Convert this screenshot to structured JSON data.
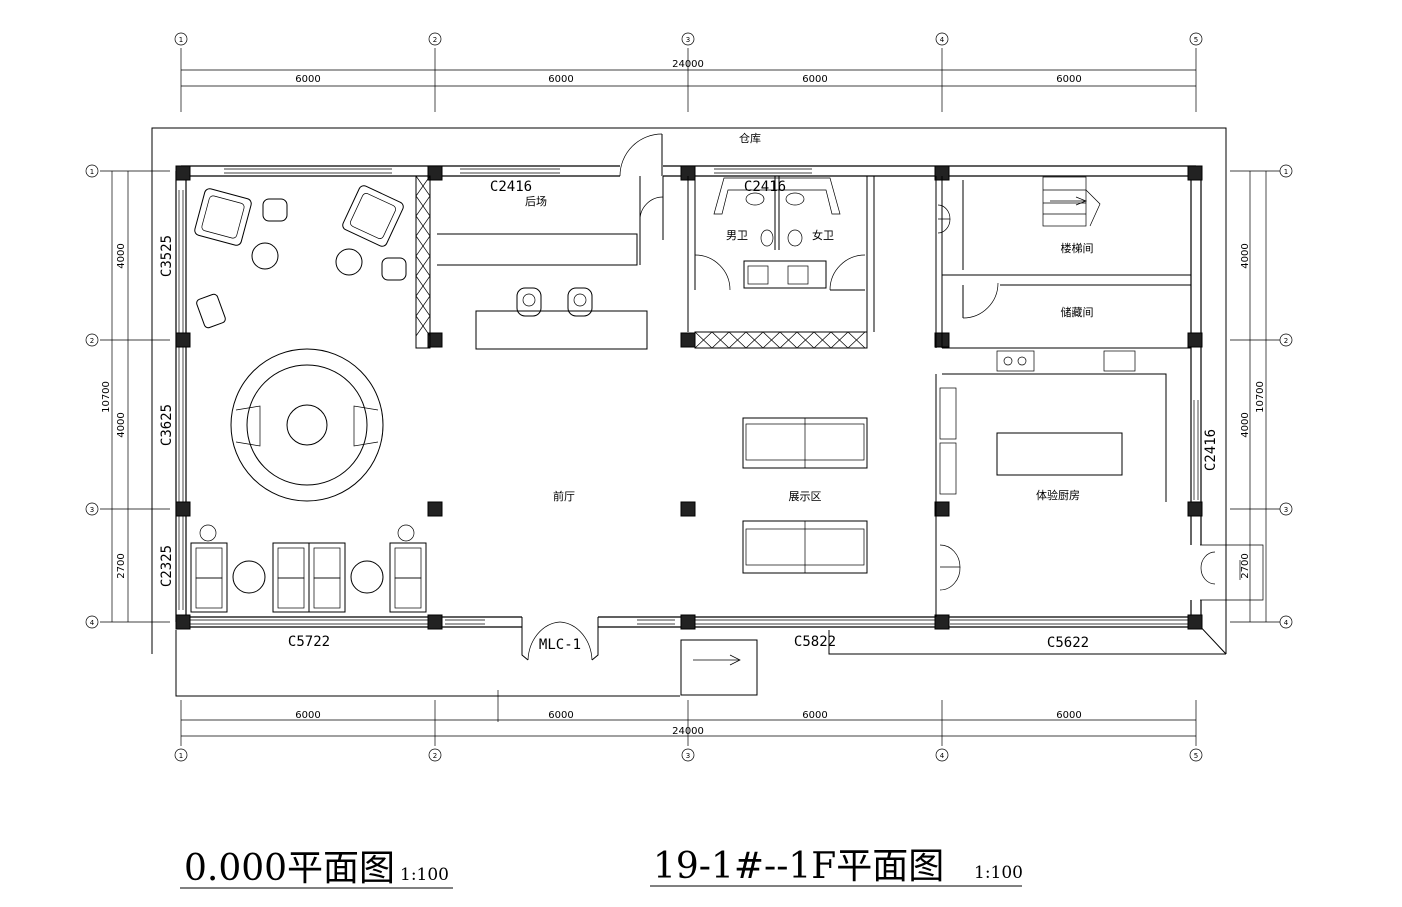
{
  "dimensions": {
    "top_total": "24000",
    "top_spans": [
      "6000",
      "6000",
      "6000",
      "6000"
    ],
    "bottom_total": "24000",
    "bottom_spans": [
      "6000",
      "6000",
      "6000",
      "6000"
    ],
    "left_spans": [
      "4000",
      "4000",
      "2700"
    ],
    "left_total": "10700",
    "right_spans": [
      "4000",
      "4000",
      "2700"
    ],
    "right_total": "10700"
  },
  "axis_markers": {
    "columns": [
      "1",
      "2",
      "3",
      "4",
      "5"
    ],
    "rows": [
      "1",
      "2",
      "3",
      "4"
    ]
  },
  "rooms": {
    "warehouse": "仓库",
    "backstage": "后场",
    "mens_wc": "男卫",
    "womens_wc": "女卫",
    "stairwell": "楼梯间",
    "storage": "储藏间",
    "lobby": "前厅",
    "showroom": "展示区",
    "kitchen": "体验厨房"
  },
  "windows": {
    "c2416_back": "C2416",
    "c2416_wc": "C2416",
    "c2416_right": "C2416",
    "c3525": "C3525",
    "c3625": "C3625",
    "c2325": "C2325",
    "c5722": "C5722",
    "c5822": "C5822",
    "c5622": "C5622",
    "door_main": "MLC-1"
  },
  "titles": {
    "left_title": "0.000平面图",
    "left_scale": "1:100",
    "right_title": "19-1#--1F平面图",
    "right_scale": "1:100"
  }
}
